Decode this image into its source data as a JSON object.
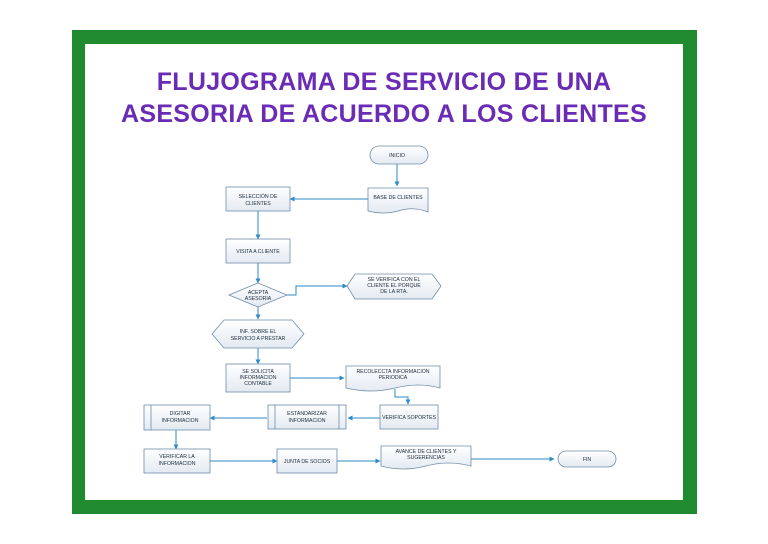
{
  "title": {
    "line1": "FLUJOGRAMA  DE SERVICIO DE UNA",
    "line2": "ASESORIA DE ACUERDO A LOS CLIENTES"
  },
  "colors": {
    "frame": "#1f8a2e",
    "title": "#6a2bb5",
    "shape_fill": "#eef2f7",
    "shape_stroke": "#6f8ca8",
    "arrow": "#2e8bc9"
  },
  "nodes": {
    "inicio": "INICIO",
    "base_clientes": "BASE DE CLIENTES",
    "seleccion_1": "SELECCIÓN DE",
    "seleccion_2": "CLIENTES",
    "visita": "VISITA A CLIENTE",
    "acepta_1": "ACEPTA",
    "acepta_2": "ASESORIA",
    "verifica_cliente_1": "SE VERIFICA CON EL",
    "verifica_cliente_2": "CLIENTE EL PORQUE",
    "verifica_cliente_3": "DE LA RTA.",
    "inf_1": "INF. SOBRE EL",
    "inf_2": "SERVICIO A PRESTAR",
    "solicita_1": "SE SOLICITA",
    "solicita_2": "INFORMACION",
    "solicita_3": "CONTABLE",
    "recolecta_1": "RECOLECCTA INFORMACION",
    "recolecta_2": "PERIODICA",
    "verifica_soportes": "VERIFICA SOPORTES",
    "estandarizar_1": "ESTANDARIZAR",
    "estandarizar_2": "INFORMACION",
    "digitar_1": "DIGITAR",
    "digitar_2": "INFORMACION",
    "verificar_1": "VERIFICAR LA",
    "verificar_2": "INFORMACION",
    "junta": "JUNTA DE SOCIOS",
    "avance_1": "AVANCE DE CLIENTES Y",
    "avance_2": "SUGERENCIAS",
    "fin": "FIN"
  }
}
